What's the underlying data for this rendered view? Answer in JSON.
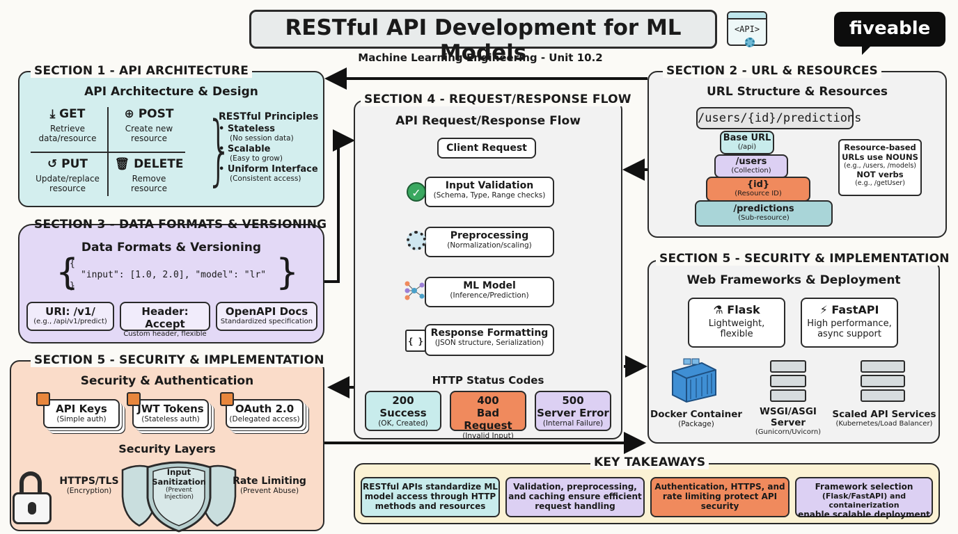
{
  "header": {
    "title": "RESTful API Development for ML Models",
    "subtitle": "Machine Learning Engineering - Unit 10.2",
    "api_icon_text": "<API>",
    "brand": "fiveable"
  },
  "section1": {
    "heading": "SECTION 1 - API ARCHITECTURE",
    "title": "API Architecture & Design",
    "methods": [
      {
        "label": "GET",
        "desc": "Retrieve data/resource"
      },
      {
        "label": "POST",
        "desc": "Create new resource"
      },
      {
        "label": "PUT",
        "desc": "Update/replace resource"
      },
      {
        "label": "DELETE",
        "desc": "Remove resource"
      }
    ],
    "principles_title": "RESTful Principles",
    "principles": [
      {
        "name": "• Stateless",
        "note": "(No session data)"
      },
      {
        "name": "• Scalable",
        "note": "(Easy to grow)"
      },
      {
        "name": "• Uniform Interface",
        "note": "(Consistent access)"
      }
    ]
  },
  "section2": {
    "heading": "SECTION 2 - URL & RESOURCES",
    "title": "URL Structure & Resources",
    "url": "/users/{id}/predictions",
    "blocks": [
      {
        "label": "Base URL",
        "note": "(/api)"
      },
      {
        "label": "/users",
        "note": "(Collection)"
      },
      {
        "label": "{id}",
        "note": "(Resource ID)"
      },
      {
        "label": "/predictions",
        "note": "(Sub-resource)"
      }
    ],
    "note_lines": [
      "Resource-based",
      "URLs use NOUNS",
      "(e.g., /users, /models)",
      "NOT verbs",
      "(e.g., /getUser)"
    ]
  },
  "section3": {
    "heading": "SECTION 3 - DATA FORMATS & VERSIONING",
    "title": "Data Formats & Versioning",
    "json_open": "{",
    "json_body": "\"input\": [1.0, 2.0], \"model\": \"lr\"",
    "json_close": "}",
    "cards": [
      {
        "label": "URI: /v1/",
        "note": "(e.g., /api/v1/predict)"
      },
      {
        "label": "Header: Accept",
        "note": "Custom header, flexible"
      },
      {
        "label": "OpenAPI Docs",
        "note": "Standardized specification"
      }
    ]
  },
  "section4": {
    "heading": "SECTION 4 - REQUEST/RESPONSE FLOW",
    "title": "API Request/Response Flow",
    "client": "Client Request",
    "steps": [
      {
        "label": "Input Validation",
        "note": "(Schema, Type, Range checks)"
      },
      {
        "label": "Preprocessing",
        "note": "(Normalization/scaling)"
      },
      {
        "label": "ML Model",
        "note": "(Inference/Prediction)"
      },
      {
        "label": "Response Formatting",
        "note": "(JSON structure, Serialization)"
      }
    ],
    "json_icon": "{ }",
    "status_title": "HTTP Status Codes",
    "statuses": [
      {
        "code": "200",
        "label": "Success",
        "note": "(OK, Created)",
        "color": "#c8ecec"
      },
      {
        "code": "400",
        "label": "Bad Request",
        "note": "(Invalid Input)",
        "color": "#f08a5d"
      },
      {
        "code": "500",
        "label": "Server Error",
        "note": "(Internal Failure)",
        "color": "#dcd0f3"
      }
    ]
  },
  "section5_left": {
    "heading": "SECTION 5 - SECURITY & IMPLEMENTATION",
    "title": "Security & Authentication",
    "auth": [
      {
        "label": "API Keys",
        "note": "(Simple auth)"
      },
      {
        "label": "JWT Tokens",
        "note": "(Stateless auth)"
      },
      {
        "label": "OAuth 2.0",
        "note": "(Delegated access)"
      }
    ],
    "layers_title": "Security Layers",
    "https": {
      "label": "HTTPS/TLS",
      "note": "(Encryption)"
    },
    "shield": {
      "line1": "Input",
      "line2": "Sanitization",
      "note1": "(Prevent",
      "note2": "Injection)"
    },
    "rate": {
      "label": "Rate Limiting",
      "note": "(Prevent Abuse)"
    }
  },
  "section5_right": {
    "heading": "SECTION 5 - SECURITY & IMPLEMENTATION",
    "title": "Web Frameworks & Deployment",
    "frameworks": [
      {
        "label": "Flask",
        "desc1": "Lightweight,",
        "desc2": "flexible"
      },
      {
        "label": "FastAPI",
        "desc1": "High performance,",
        "desc2": "async support"
      }
    ],
    "pipeline": [
      {
        "label": "Docker Container",
        "note": "(Package)"
      },
      {
        "label": "WSGI/ASGI",
        "label2": "Server",
        "note": "(Gunicorn/Uvicorn)"
      },
      {
        "label": "Scaled API Services",
        "note": "(Kubernetes/Load Balancer)"
      }
    ]
  },
  "takeaways": {
    "heading": "KEY TAKEAWAYS",
    "items": [
      {
        "l1": "RESTful APIs standardize ML",
        "l2": "model access through HTTP",
        "l3": "methods and resources",
        "color": "#c8ecec"
      },
      {
        "l1": "Validation, preprocessing,",
        "l2": "and caching ensure efficient",
        "l3": "request handling",
        "color": "#dcd0f3"
      },
      {
        "l1": "Authentication, HTTPS, and",
        "l2": "rate limiting protect API",
        "l3": "security",
        "color": "#f08a5d"
      },
      {
        "l1": "Framework selection",
        "l2": "(Flask/FastAPI) and containerization",
        "l3": "enable scalable deployment",
        "color": "#dcd0f3"
      }
    ]
  },
  "colors": {
    "teal": "#d3eeee",
    "purple": "#e3d9f6",
    "peach": "#fadcc9",
    "gray": "#f2f2f2",
    "cream": "#fbf2d4",
    "orange": "#f08a5d"
  }
}
